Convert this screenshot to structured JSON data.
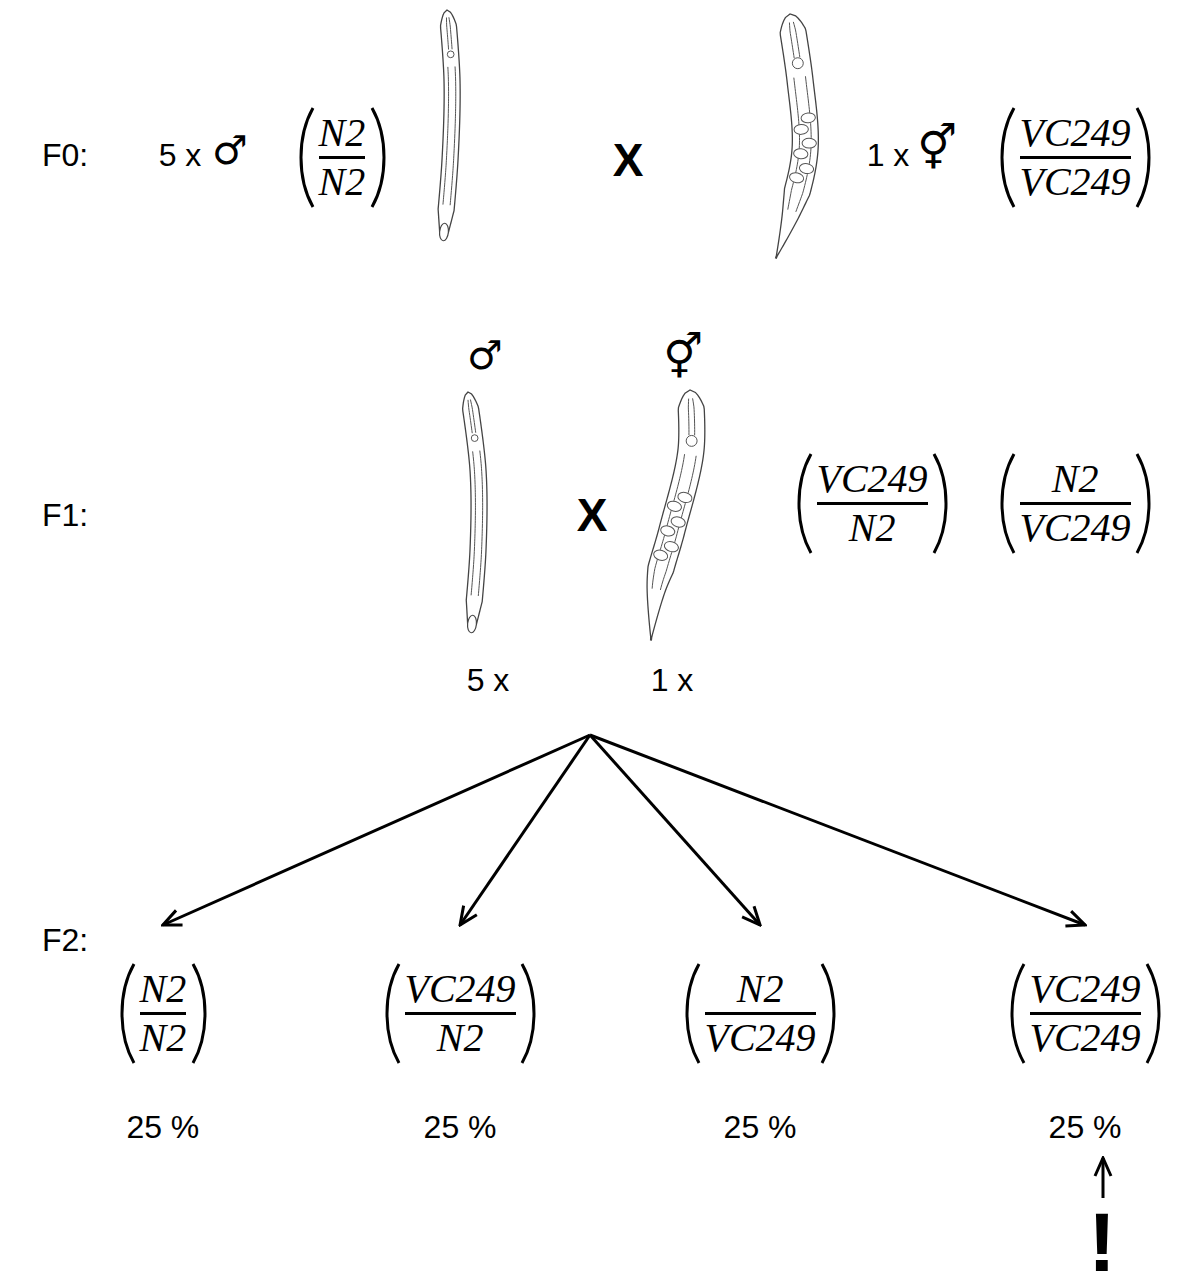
{
  "diagram": {
    "nodes": [
      {
        "text": [
          "♂",
          "⚥",
          "X",
          "5 x",
          "1 x"
        ]
      },
      {
        "text": [
          "N2",
          "N2",
          "25 %"
        ]
      },
      {
        "text": [
          "VC249",
          "N2",
          "25 %"
        ]
      },
      {
        "text": [
          "N2",
          "VC249",
          "25 %"
        ]
      },
      {
        "text": [
          "VC249",
          "VC249",
          "25 %"
        ]
      }
    ],
    "edges": [
      {
        "from": 0,
        "to": 1,
        "arrow": "to"
      },
      {
        "from": 0,
        "to": 2,
        "arrow": "to"
      },
      {
        "from": 0,
        "to": 3,
        "arrow": "to"
      },
      {
        "from": 0,
        "to": 4,
        "arrow": "to"
      }
    ],
    "labels": [
      "F0:",
      "5 x",
      "♂",
      "N2",
      "N2",
      "X",
      "1 x",
      "⚥",
      "VC249",
      "VC249",
      "F1:",
      "VC249",
      "N2",
      "N2",
      "VC249",
      "F2:",
      "!"
    ]
  }
}
